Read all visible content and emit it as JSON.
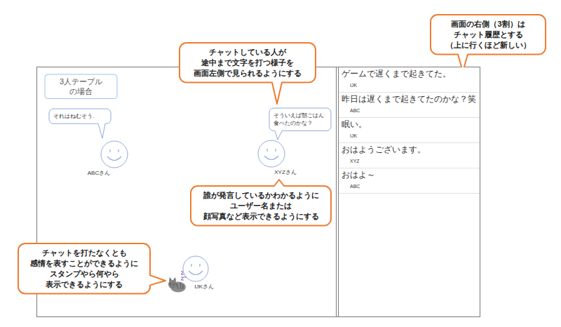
{
  "diagram": {
    "nodes": [
      {
        "text": [
          "チャットしている人が 途中まで文字を打つ様子を 画面左側で見られるようにする"
        ]
      },
      {
        "text": [
          "画面の右側（3割）は チャット履歴とする （上に行くほど新しい）"
        ]
      },
      {
        "text": [
          "3人テーブル の場合"
        ]
      },
      {
        "text": [
          "それはねむそう."
        ]
      },
      {
        "text": [
          "ABCさん"
        ]
      },
      {
        "text": [
          "そういえば朝ごはん 食べたのかな？"
        ]
      },
      {
        "text": [
          "XYZさん"
        ]
      },
      {
        "text": [
          "誰が発言しているかわかるように ユーザー名または 顔写真など表示できるようにする"
        ]
      },
      {
        "text": [
          "チャットを打たなくとも 感情を表すことができるように スタンプやら何やら 表示できるようにする"
        ]
      },
      {
        "text": [
          "IJKさん"
        ]
      },
      {
        "text": [
          "ゲームで遅くまで起きてた。",
          "IJK"
        ]
      },
      {
        "text": [
          "昨日は遅くまで起きてたのかな？笑",
          "ABC"
        ]
      },
      {
        "text": [
          "眠い。",
          "IJK"
        ]
      },
      {
        "text": [
          "おはようございます。",
          "XYZ"
        ]
      },
      {
        "text": [
          "おはよ～",
          "ABC"
        ]
      }
    ]
  }
}
